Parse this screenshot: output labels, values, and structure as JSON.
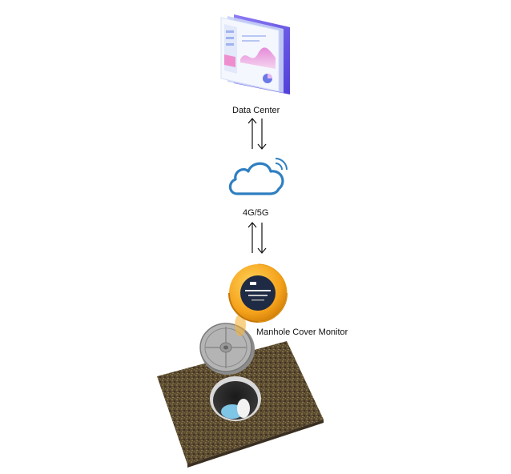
{
  "nodes": {
    "data_center": {
      "label": "Data Center",
      "icon": "dashboard-screen-icon"
    },
    "network": {
      "label": "4G/5G",
      "icon": "cloud-wireless-icon"
    },
    "device": {
      "label": "Manhole Cover Monitor",
      "icon": "sensor-device-icon"
    }
  },
  "colors": {
    "cloud": "#2f7fc1",
    "device_orange": "#f5a21b",
    "screen_purple": "#6a5cf0",
    "ground": "#5c4a32"
  }
}
